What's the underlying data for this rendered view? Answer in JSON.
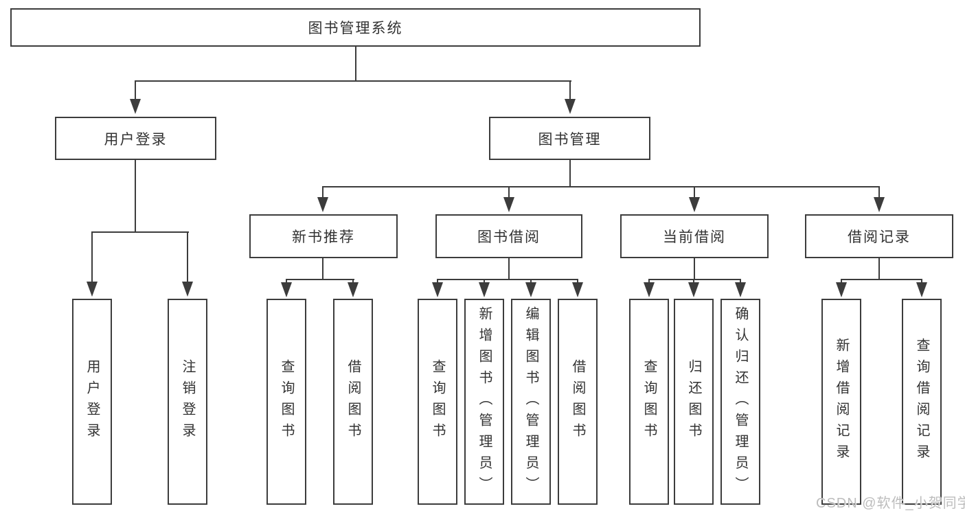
{
  "watermark": "CSDN @软件_小贺同学",
  "colors": {
    "line": "#3c3c3c",
    "text": "#323232",
    "box_background": "#ffffff",
    "page_background": "#ffffff",
    "watermark": "#bdbdbd"
  },
  "diagram_type": "hierarchy-tree",
  "tree": {
    "label": "图书管理系统",
    "children": [
      {
        "label": "用户登录",
        "children": [
          {
            "label": "用户登录"
          },
          {
            "label": "注销登录"
          }
        ]
      },
      {
        "label": "图书管理",
        "children": [
          {
            "label": "新书推荐",
            "children": [
              {
                "label": "查询图书"
              },
              {
                "label": "借阅图书"
              }
            ]
          },
          {
            "label": "图书借阅",
            "children": [
              {
                "label": "查询图书"
              },
              {
                "label": "新增图书（管理员）"
              },
              {
                "label": "编辑图书（管理员）"
              },
              {
                "label": "借阅图书"
              }
            ]
          },
          {
            "label": "当前借阅",
            "children": [
              {
                "label": "查询图书"
              },
              {
                "label": "归还图书"
              },
              {
                "label": "确认归还（管理员）"
              }
            ]
          },
          {
            "label": "借阅记录",
            "children": [
              {
                "label": "新增借阅记录"
              },
              {
                "label": "查询借阅记录"
              }
            ]
          }
        ]
      }
    ]
  }
}
